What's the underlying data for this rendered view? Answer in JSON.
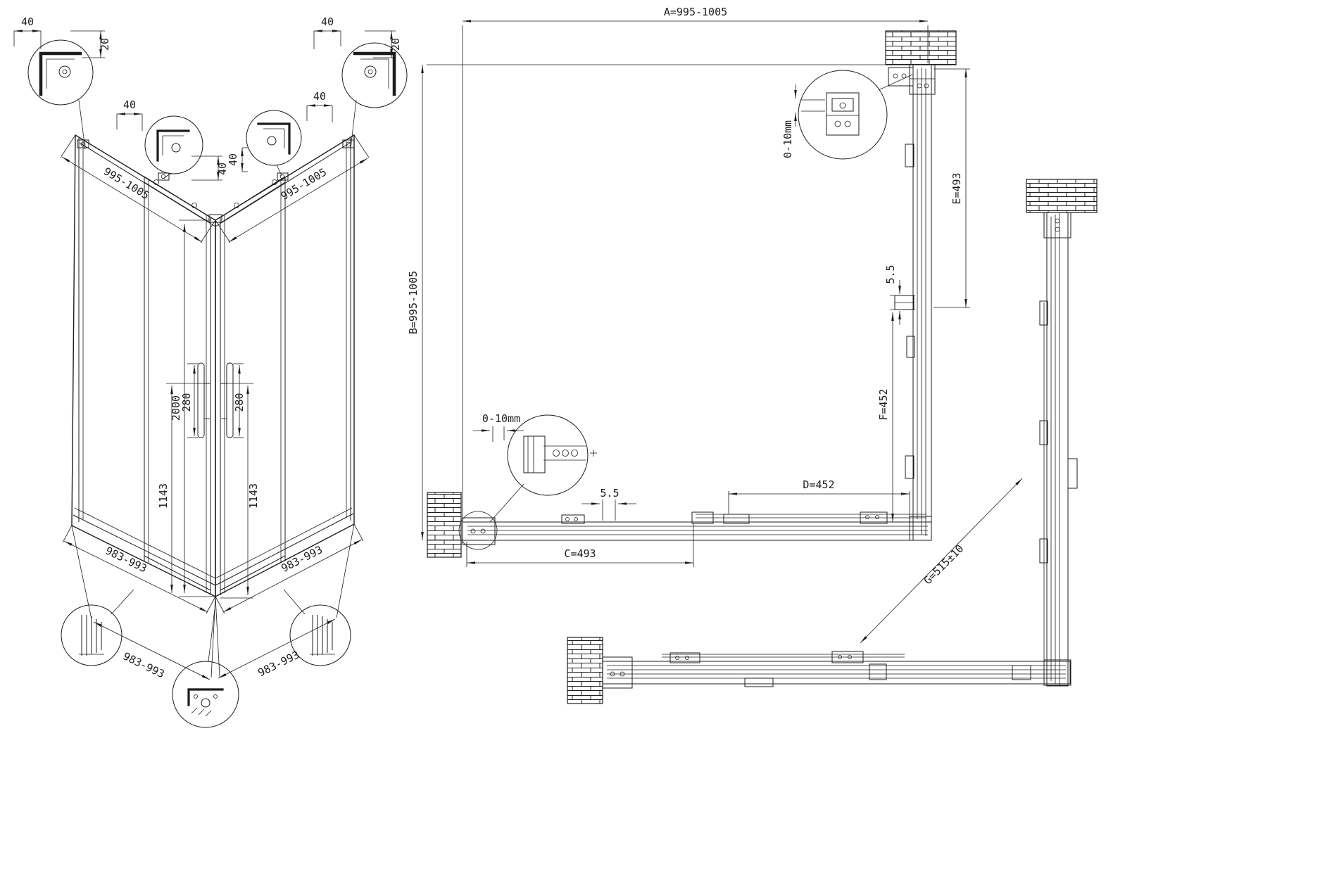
{
  "drawing": {
    "subject": "corner shower enclosure technical drawing",
    "colors": {
      "ink": "#1c1c1c",
      "bg": "#ffffff"
    }
  },
  "iso_view": {
    "detail_dims": {
      "c1_width": "40",
      "c1_height": "20",
      "c2_width": "40",
      "c2_offset": "40",
      "c3_width": "40",
      "c3_offset": "40",
      "c4_width": "40",
      "c4_height": "20"
    },
    "dims": {
      "top_left_width": "995-1005",
      "top_right_width": "995-1005",
      "overall_height": "2000",
      "handle_left": "280",
      "handle_right": "280",
      "glass_left": "1143",
      "glass_right": "1143",
      "bottom_left_width": "983-993",
      "bottom_right_width": "983-993",
      "bottom_left_width_2": "983-993",
      "bottom_right_width_2": "983-993"
    }
  },
  "plan_view": {
    "dims": {
      "A": "A=995-1005",
      "B": "B=995-1005",
      "E": "E=493",
      "F": "F=452",
      "D": "D=452",
      "C": "C=493",
      "G": "G=515±10",
      "gap_right": "5.5",
      "gap_bottom": "5.5",
      "adjust_top": "0-10mm",
      "adjust_left": "0-10mm"
    }
  }
}
